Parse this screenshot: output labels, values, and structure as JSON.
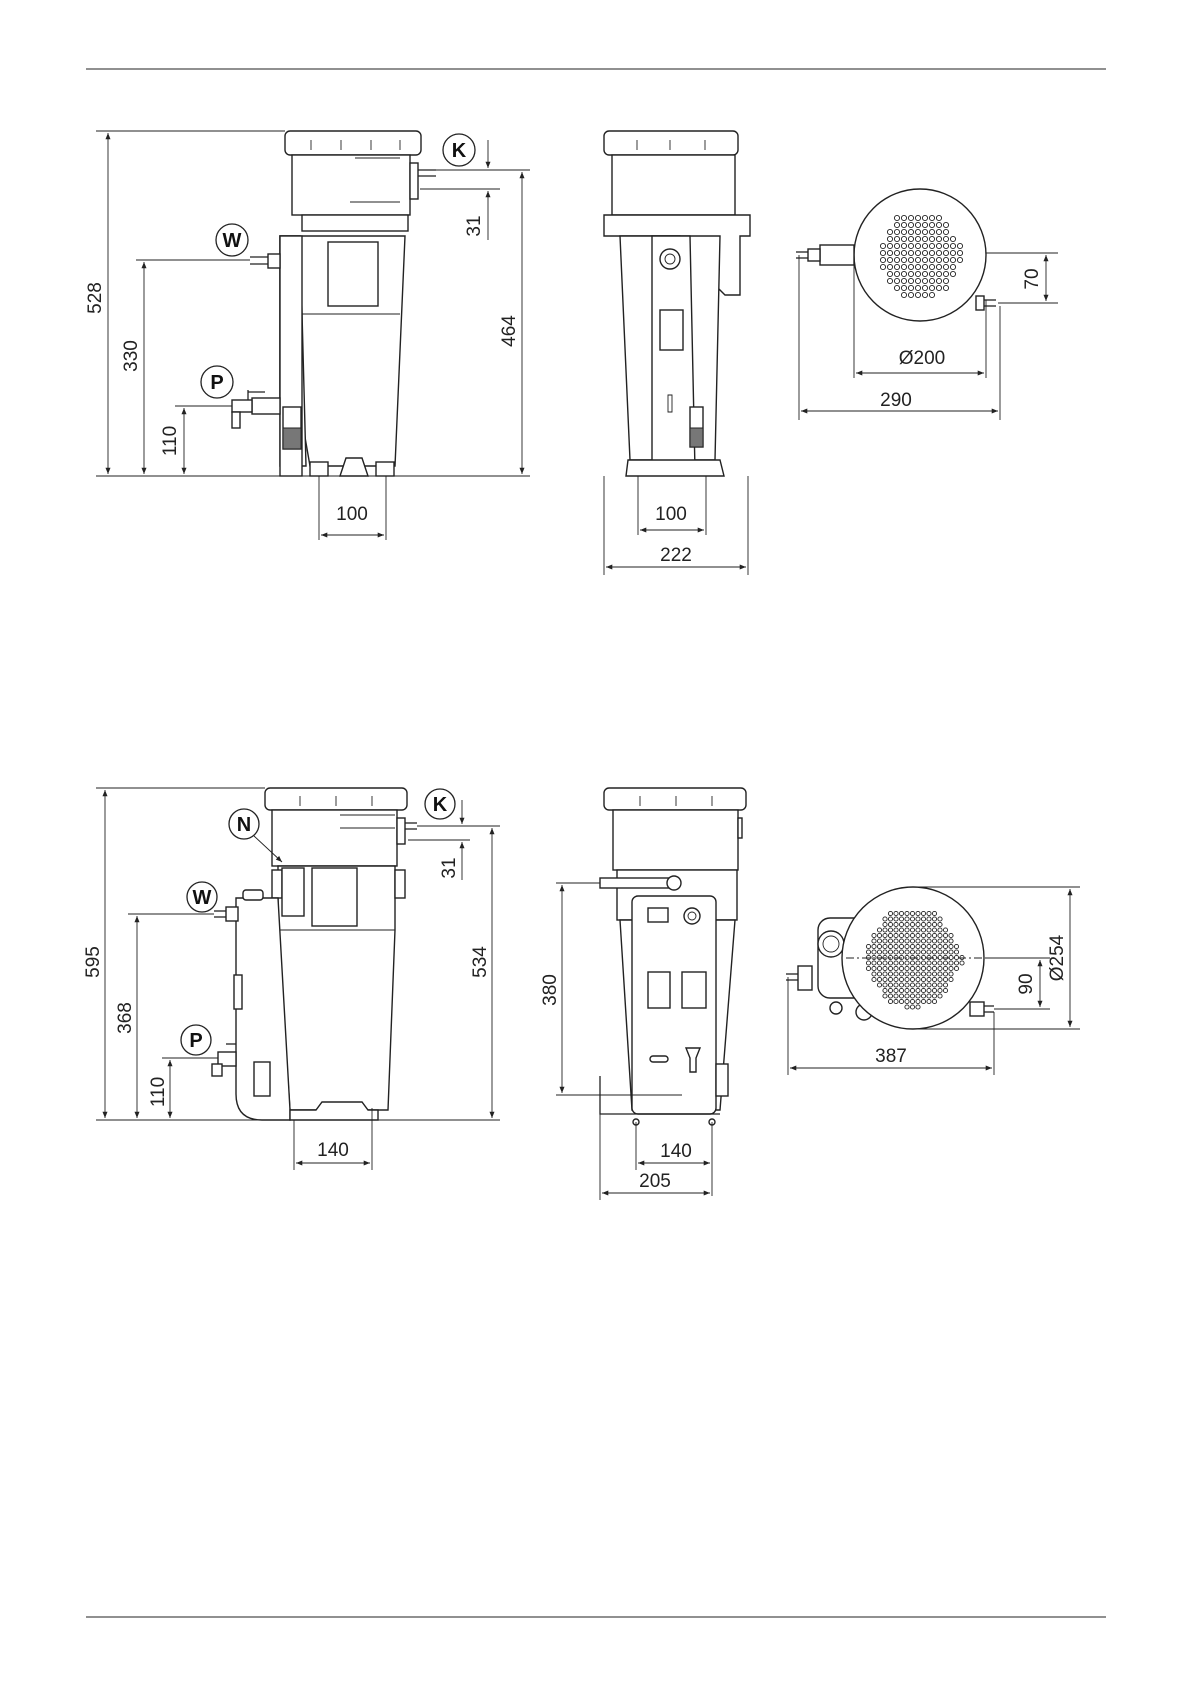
{
  "top_figure": {
    "side_view": {
      "labels": {
        "k": "K",
        "w": "W",
        "p": "P"
      },
      "dims": {
        "h_total": "528",
        "h_w": "330",
        "h_p": "110",
        "h_k_offset": "31",
        "h_inlet": "464",
        "base_width": "100"
      }
    },
    "front_view": {
      "dims": {
        "inner_width": "100",
        "outer_width": "222"
      }
    },
    "top_view": {
      "dims": {
        "offset": "70",
        "diameter": "Ø200",
        "length": "290"
      }
    }
  },
  "bottom_figure": {
    "side_view": {
      "labels": {
        "n": "N",
        "k": "K",
        "w": "W",
        "p": "P"
      },
      "dims": {
        "h_total": "595",
        "h_w": "368",
        "h_p": "110",
        "h_k_offset": "31",
        "h_inlet": "534",
        "base_width": "140"
      }
    },
    "front_view": {
      "dims": {
        "height": "380",
        "inner_width": "140",
        "outer_width": "205"
      }
    },
    "top_view": {
      "dims": {
        "offset": "90",
        "diameter": "Ø254",
        "length": "387"
      }
    }
  }
}
